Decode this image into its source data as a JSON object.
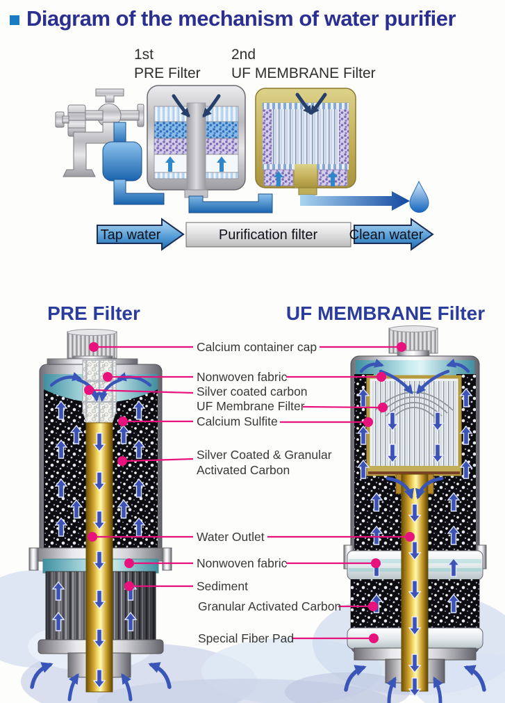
{
  "title": "Diagram of the mechanism of water purifier",
  "top_diagram": {
    "stage1": {
      "order": "1st",
      "name": "PRE Filter"
    },
    "stage2": {
      "order": "2nd",
      "name": "UF MEMBRANE Filter"
    },
    "flow_steps": {
      "input": "Tap water",
      "process": "Purification filter",
      "output": "Clean water"
    }
  },
  "cutaway": {
    "left_heading": "PRE Filter",
    "right_heading": "UF MEMBRANE Filter",
    "callouts": [
      {
        "label": "Calcium container cap",
        "sides": "both"
      },
      {
        "label": "Nonwoven fabric",
        "sides": "both"
      },
      {
        "label": "Silver coated carbon",
        "sides": "left"
      },
      {
        "label": "UF Membrane Filter",
        "sides": "right"
      },
      {
        "label": "Calcium Sulfite",
        "sides": "both"
      },
      {
        "label": "Silver Coated & Granular",
        "label_line2": "Activated Carbon",
        "sides": "left"
      },
      {
        "label": "Water Outlet",
        "sides": "both"
      },
      {
        "label": "Nonwoven fabric",
        "sides": "both"
      },
      {
        "label": "Sediment",
        "sides": "left"
      },
      {
        "label": "Granular Activated Carbon",
        "sides": "right"
      },
      {
        "label": "Special Fiber Pad",
        "sides": "right"
      }
    ]
  },
  "colors": {
    "title_navy": "#2b2f8f",
    "title_bullet_blue": "#1a7cc0",
    "heading_blue": "#2c3c9c",
    "leader_pink": "#e8127d",
    "label_gray": "#383838",
    "flow_arrow_blue": "#1e6cb5",
    "dark_navy_arrow": "#26406b",
    "body_arrow_blue": "#3a55b8",
    "pipe_blue": "#2a7cc8",
    "membrane_case_tan": "#c0ad55",
    "gold_tube": "#e8c83c",
    "carbon_black": "#0c0c11",
    "teal_band": "#3e8fa0"
  }
}
